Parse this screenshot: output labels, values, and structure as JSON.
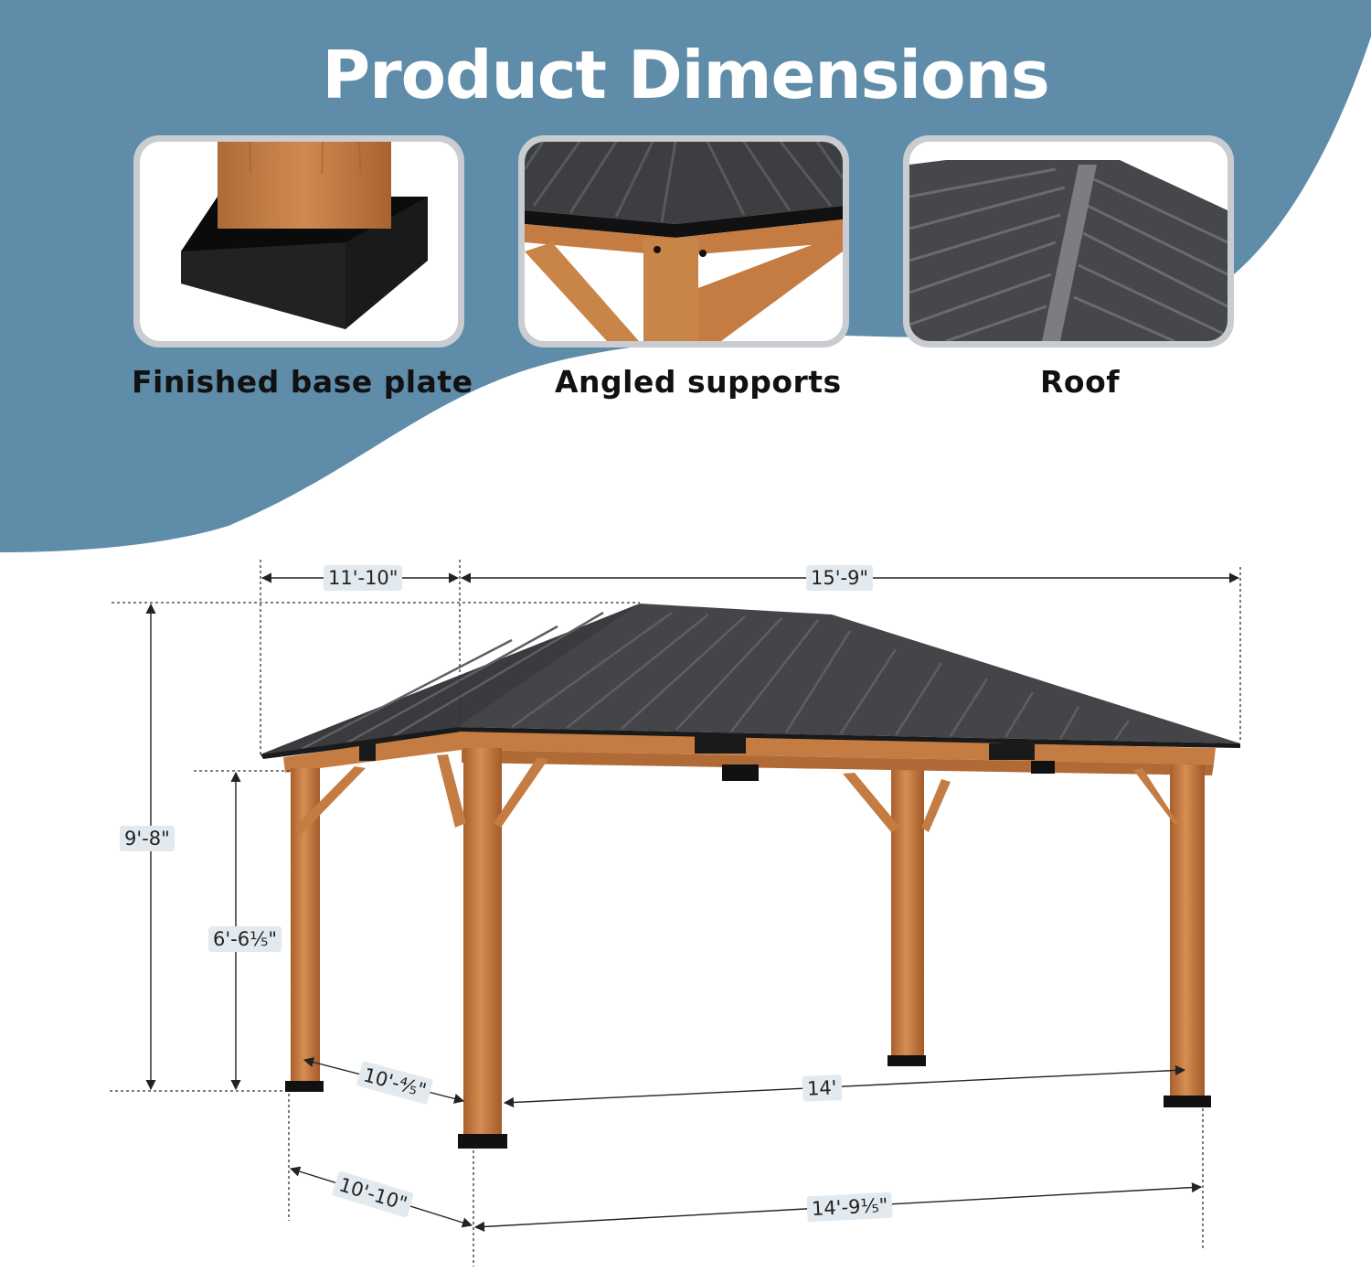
{
  "header": {
    "title": "Product Dimensions"
  },
  "features": [
    {
      "caption": "Finished base plate",
      "icon": "base-plate-image"
    },
    {
      "caption": "Angled supports",
      "icon": "angled-supports-image"
    },
    {
      "caption": "Roof",
      "icon": "roof-image"
    }
  ],
  "dimensions": {
    "top_depth": "11'-10\"",
    "top_width": "15'-9\"",
    "total_height": "9'-8\"",
    "clear_height": "6'-6⅕\"",
    "inner_depth": "10'-⅘\"",
    "inner_width": "14'",
    "base_depth": "10'-10\"",
    "base_width": "14'-9⅕\""
  },
  "colors": {
    "banner": "#5f8ca8",
    "wood": "#c27a41",
    "roof": "#4a4b4e",
    "bracket": "#111111"
  }
}
